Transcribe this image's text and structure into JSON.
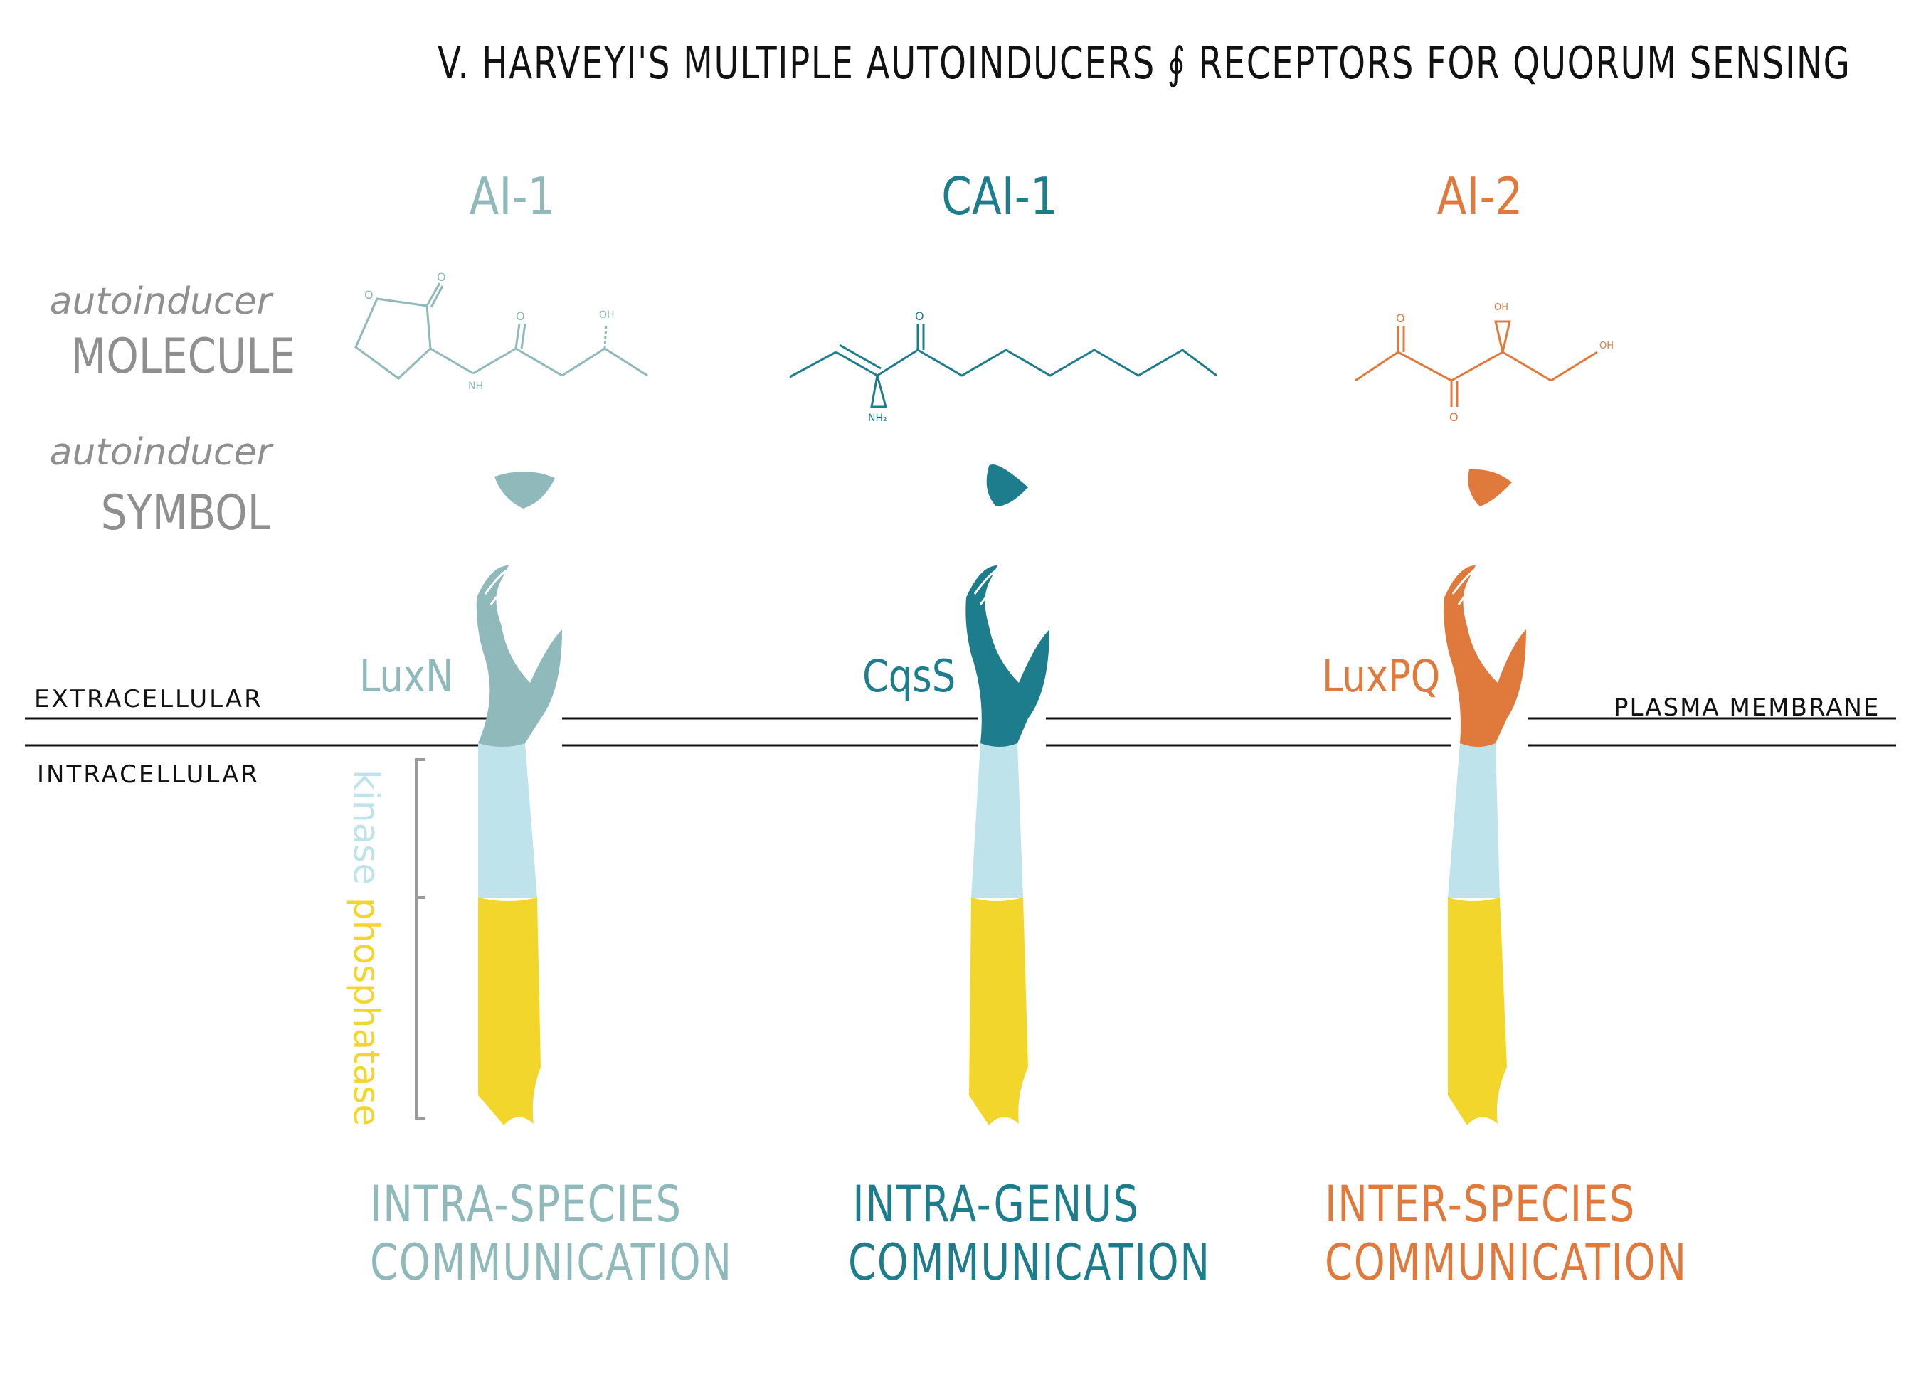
{
  "title": "V. HARVEYI'S MULTIPLE AUTOINDUCERS ∮ RECEPTORS FOR QUORUM SENSING",
  "row_labels": {
    "molecule_small": "autoinducer",
    "molecule_big": "MOLECULE",
    "symbol_small": "autoinducer",
    "symbol_big": "SYMBOL"
  },
  "regions": {
    "extracellular": "EXTRACELLULAR",
    "intracellular": "INTRACELLULAR",
    "membrane": "PLASMA MEMBRANE"
  },
  "domains": {
    "kinase": "kinase",
    "phosphatase": "phosphatase"
  },
  "systems": [
    {
      "autoinducer": "AI-1",
      "receptor": "LuxN",
      "communication_line1": "INTRA-SPECIES",
      "communication_line2": "COMMUNICATION",
      "color": "#8fb9bb",
      "molecule_labels": {
        "o_ring": "O",
        "nh": "NH",
        "o": "O",
        "oh": "OH"
      }
    },
    {
      "autoinducer": "CAI-1",
      "receptor": "CqsS",
      "communication_line1": "INTRA-GENUS",
      "communication_line2": "COMMUNICATION",
      "color": "#1d7d8c",
      "molecule_labels": {
        "o": "O",
        "nh2": "NH₂"
      }
    },
    {
      "autoinducer": "AI-2",
      "receptor": "LuxPQ",
      "communication_line1": "INTER-SPECIES",
      "communication_line2": "COMMUNICATION",
      "color": "#df7a3c",
      "molecule_labels": {
        "o_top": "O",
        "o_bottom": "O",
        "oh_top": "OH",
        "oh_right": "OH"
      }
    }
  ],
  "colors": {
    "kinase": "#bfe3ea",
    "phosphatase": "#f3d62b",
    "text_gray": "#8f8f8f",
    "bracket": "#9a9a9a",
    "ink": "#111111"
  }
}
